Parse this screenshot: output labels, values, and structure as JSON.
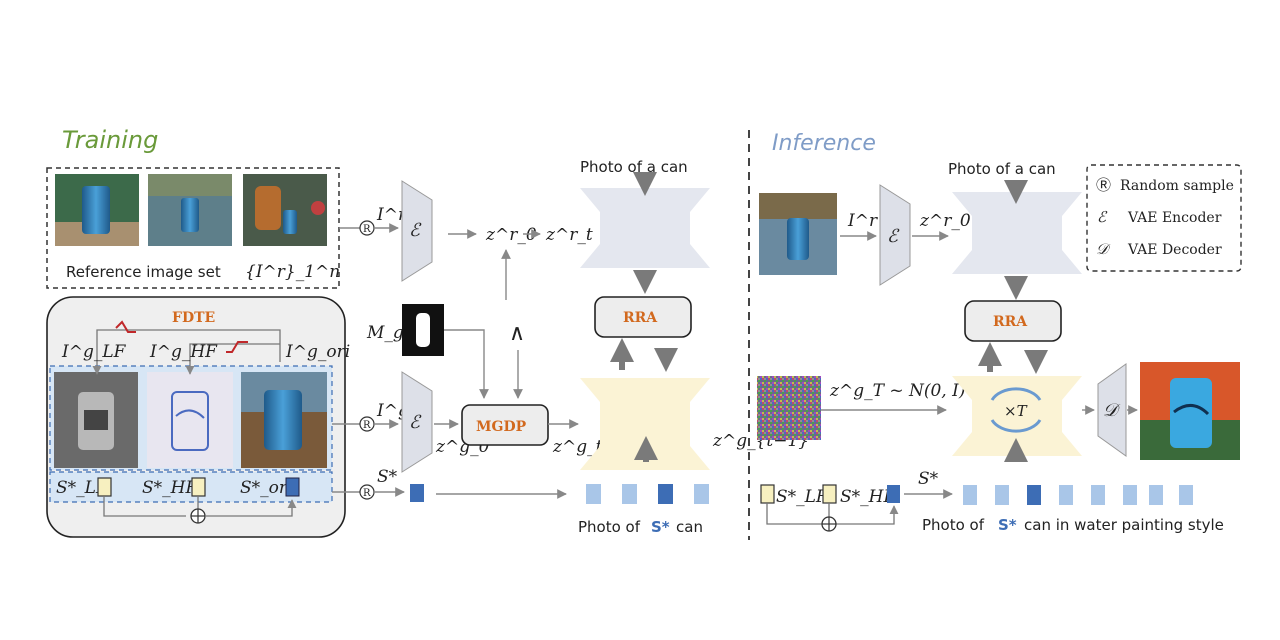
{
  "sections": {
    "training": "Training",
    "inference": "Inference"
  },
  "training": {
    "reference_set_caption": "Reference image set",
    "reference_set_math": "{I^r}_1^n",
    "fdte_label": "FDTE",
    "lf_label": "I^g_LF",
    "hf_label": "I^g_HF",
    "ori_label": "I^g_ori",
    "s_lf": "S*_LF",
    "s_hf": "S*_HF",
    "s_ori": "S*_ori",
    "ir_label": "I^r",
    "ig_label": "I^g",
    "s_star": "S*",
    "mg_label": "M_g",
    "encoder_symbol": "ℰ",
    "z0r": "z^r_0",
    "ztr": "z^r_t",
    "z0g": "z^g_0",
    "ztg": "z^g_t",
    "ztg_prev": "z^g_{t−1}",
    "mgdp": "MGDP",
    "rra": "RRA",
    "prompt_top": "Photo of a can",
    "prompt_bottom_pre": "Photo of",
    "prompt_bottom_token": "S*",
    "prompt_bottom_post": "can",
    "and_symbol": "∧"
  },
  "inference": {
    "prompt_top": "Photo of a can",
    "ir_label": "I^r",
    "z0r": "z^r_0",
    "noise_label": "z^g_T ~ N(0, I)",
    "times_t": "×T",
    "decoder_symbol": "𝒟",
    "encoder_symbol": "ℰ",
    "rra": "RRA",
    "s_lf": "S*_LF",
    "s_hf": "S*_HF",
    "s_star": "S*",
    "prompt_bottom_pre": "Photo of",
    "prompt_bottom_token": "S*",
    "prompt_bottom_post": "can in water painting style"
  },
  "legend": {
    "items": [
      {
        "symbol": "Ⓡ",
        "text": "Random sample"
      },
      {
        "symbol": "ℰ",
        "text": "VAE Encoder"
      },
      {
        "symbol": "𝒟",
        "text": "VAE Decoder"
      }
    ]
  },
  "colors": {
    "training_title": "#6a9a3a",
    "inference_title": "#7f9cc7",
    "accent_orange": "#d2691e",
    "token_dark": "#3d6db5",
    "token_light": "#a9c6e8",
    "token_yellow": "#f7f0c0",
    "unet_blue": "#e4e7ef",
    "unet_yellow": "#fbf3d5",
    "panel_band": "#d7e6f5",
    "fdte_bg": "#efefef"
  }
}
